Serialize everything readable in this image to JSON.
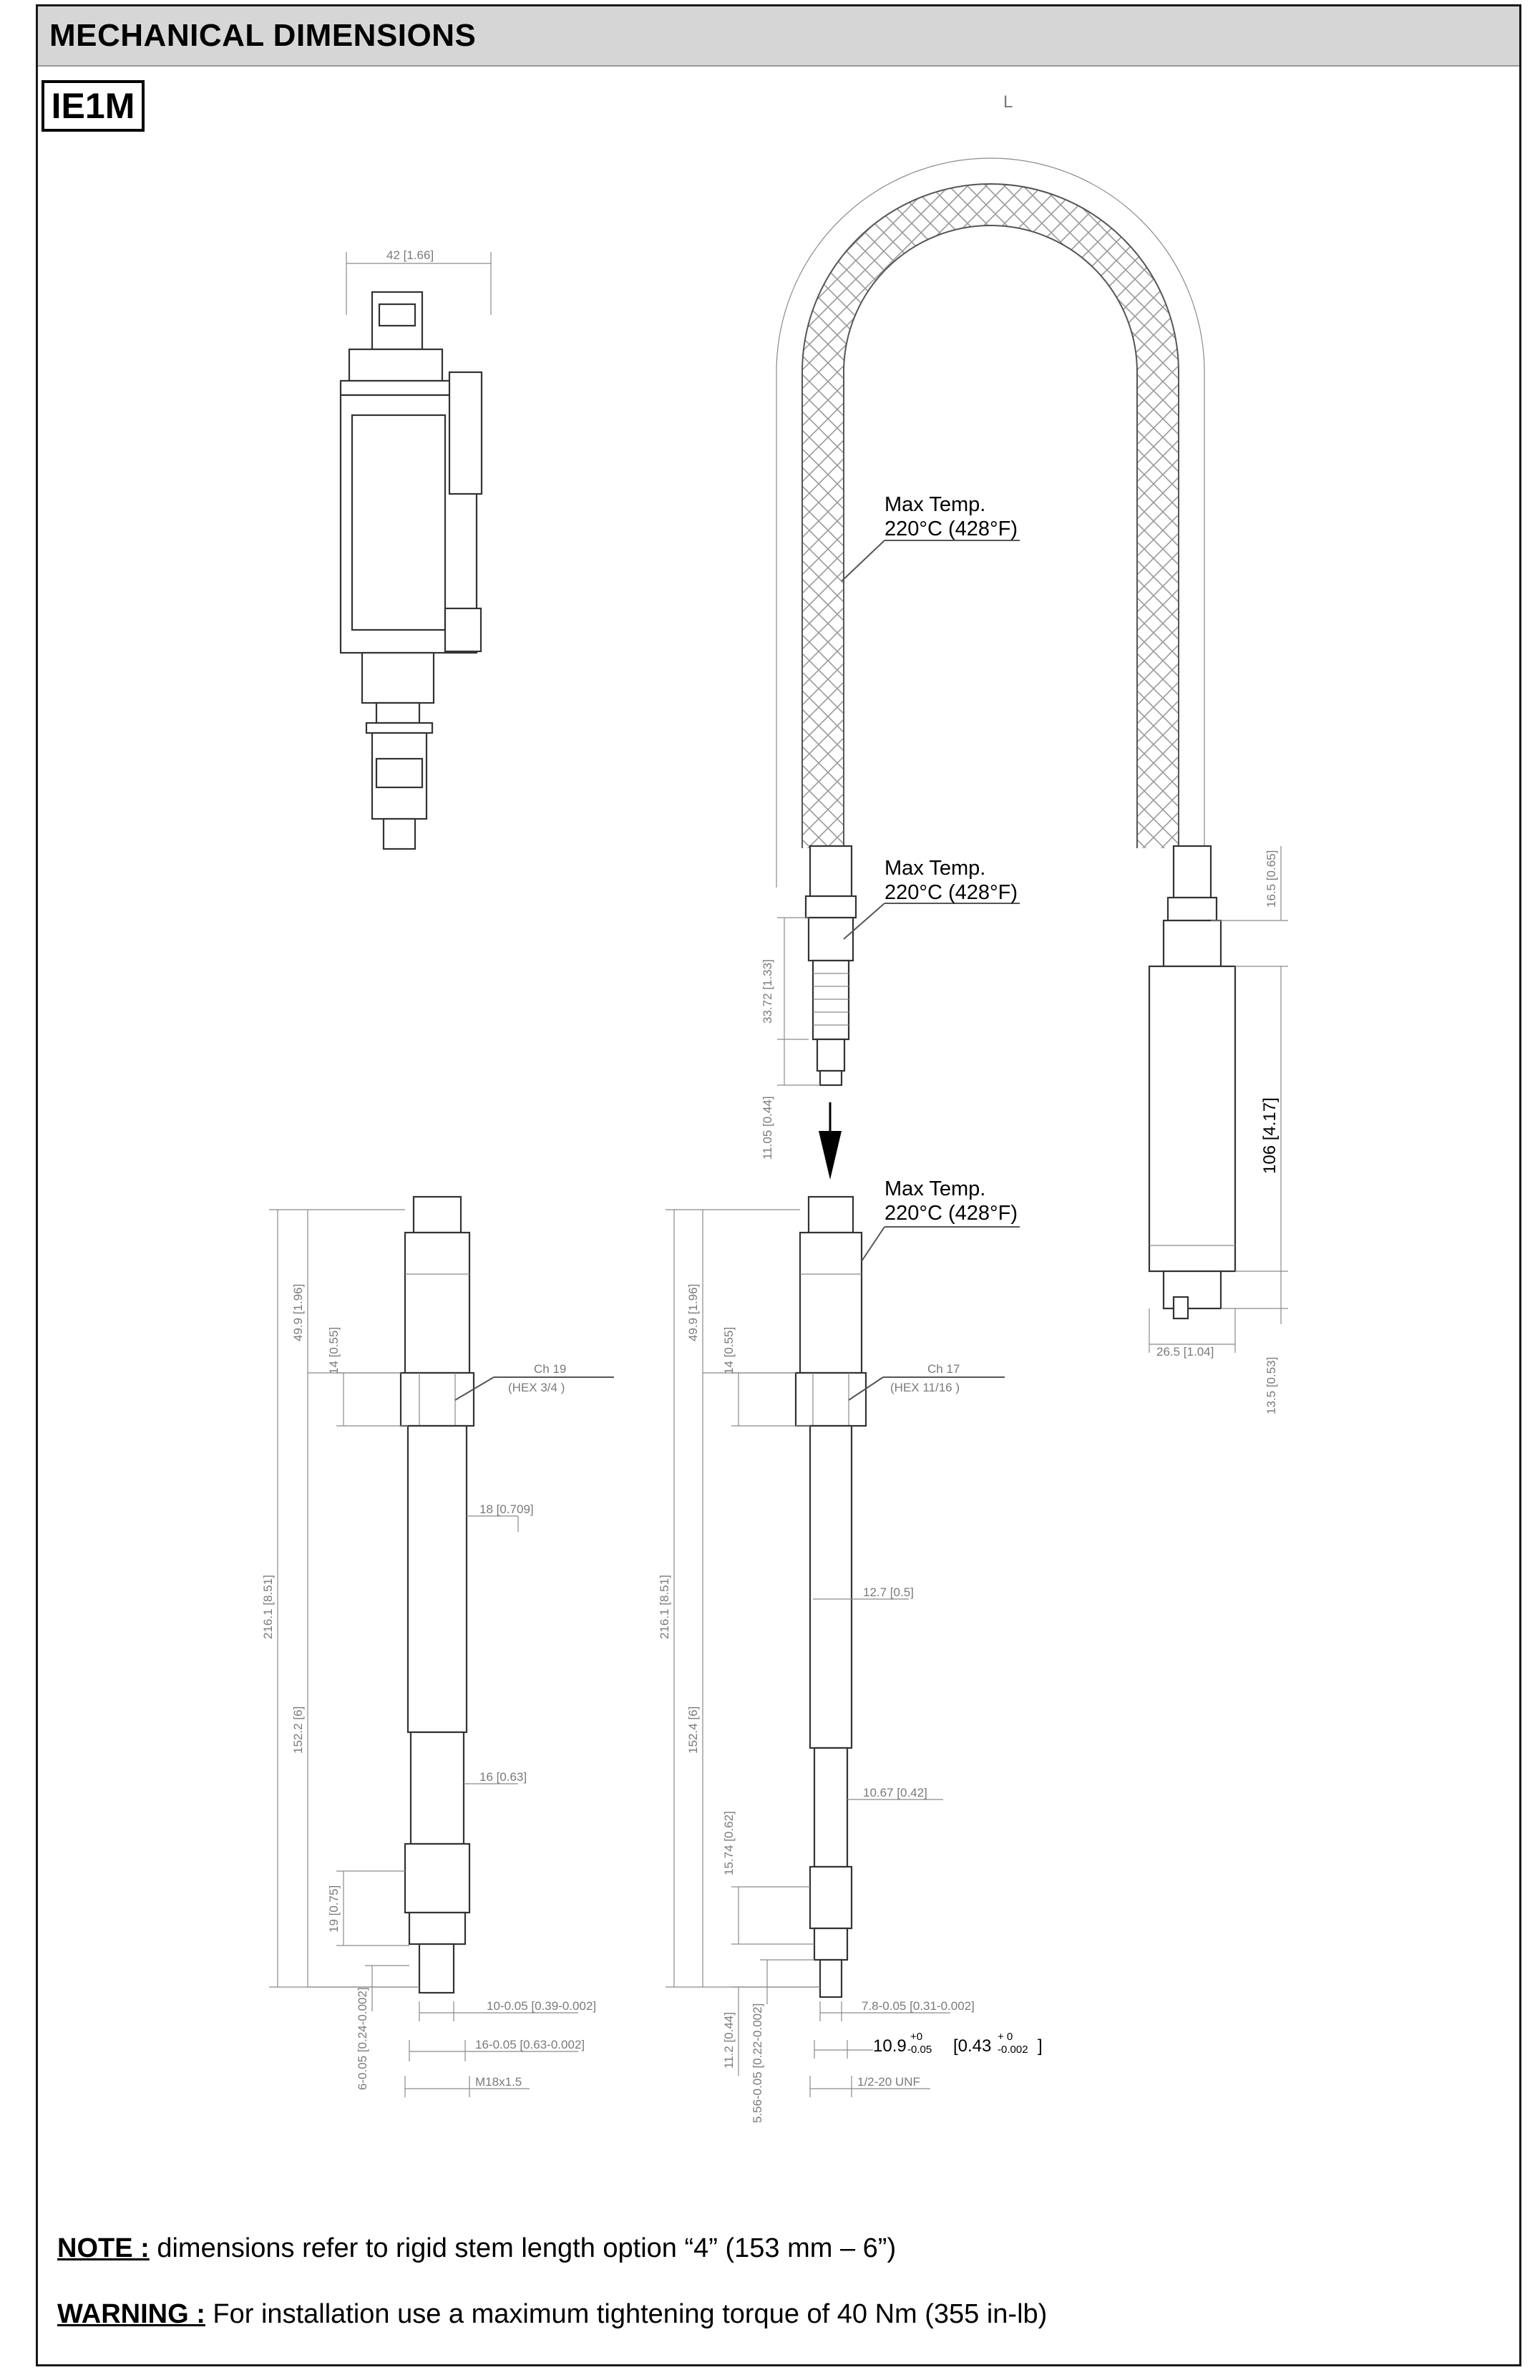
{
  "header": {
    "title": "MECHANICAL DIMENSIONS"
  },
  "model": {
    "code": "IE1M"
  },
  "labels": {
    "cable_length": "L",
    "max_temp_line1": "Max Temp.",
    "max_temp_line2": "220°C (428°F)"
  },
  "dimensions": {
    "top_width": "42 [1.66]",
    "cable_tip": "16.5 [0.65]",
    "housing_length": "106 [4.17]",
    "housing_width": "26.5 [1.04]",
    "housing_bottom": "13.5 [0.53]",
    "plug_length": "33.72 [1.33]",
    "plug_tip": "11.05 [0.44]",
    "left": {
      "overall": "216.1 [8.51]",
      "head": "49.9 [1.96]",
      "hex_height": "14 [0.55]",
      "hex_label_1": "Ch 19",
      "hex_label_2": "(HEX 3/4 )",
      "stem_dia": "18 [0.709]",
      "stem_length": "152.2 [6]",
      "lower_dia": "16 [0.63]",
      "thread_len": "19 [0.75]",
      "tip_len": "6-0.05 [0.24-0.002]",
      "tip_dia": "10-0.05 [0.39-0.002]",
      "shoulder_dia": "16-0.05 [0.63-0.002]",
      "thread": "M18x1.5"
    },
    "right": {
      "overall": "216.1 [8.51]",
      "head": "49.9 [1.96]",
      "hex_height": "14 [0.55]",
      "hex_label_1": "Ch 17",
      "hex_label_2": "(HEX 11/16 )",
      "stem_dia": "12.7 [0.5]",
      "stem_length": "152.4 [6]",
      "lower_dia": "10.67 [0.42]",
      "thread_len": "15.74 [0.62]",
      "tip_len": "11.2 [0.44]",
      "tip_len2": "5.56-0.05 [0.22-0.002]",
      "tip_dia": "7.8-0.05 [0.31-0.002]",
      "shoulder_main": "10.9",
      "shoulder_tol_plus": "+0",
      "shoulder_tol_minus": "-0.05",
      "shoulder_inch": "[0.43",
      "shoulder_inch_plus": "+ 0",
      "shoulder_inch_minus": "-0.002",
      "shoulder_close": "]",
      "thread": "1/2-20 UNF"
    }
  },
  "notes": {
    "note_label": "NOTE :",
    "note_text": " dimensions refer to rigid stem length option “4” (153 mm – 6”)",
    "warning_label": "WARNING :",
    "warning_text": " For installation use a maximum tightening torque of 40 Nm  (355 in-lb)"
  }
}
